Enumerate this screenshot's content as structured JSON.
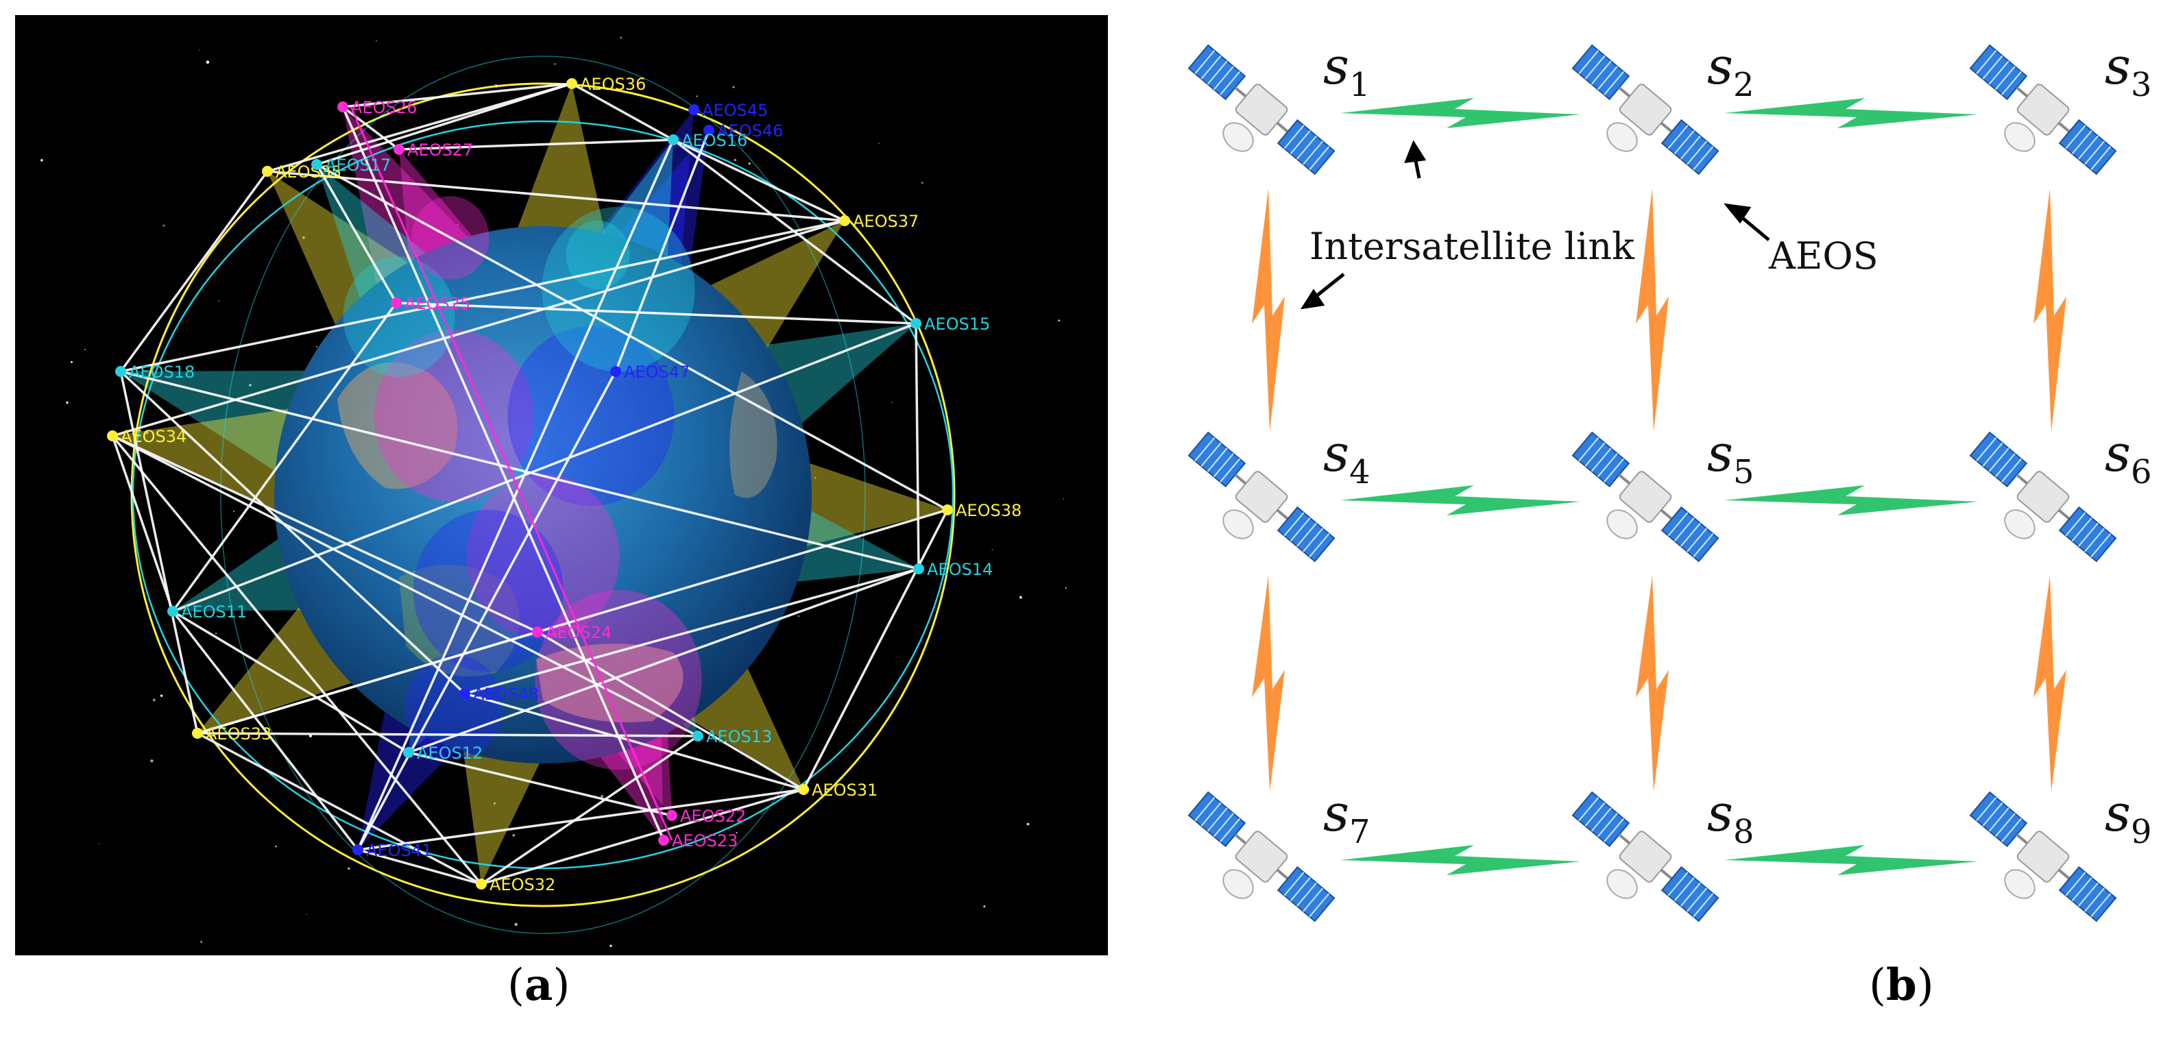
{
  "captions": {
    "a_letter": "a",
    "b_letter": "b",
    "open": "(",
    "close": ")"
  },
  "colors": {
    "cyan_plane": "#23d1e0",
    "yellow_plane": "#ffef38",
    "magenta_plane": "#ff2bd6",
    "blue_plane": "#2323ff",
    "white_link": "#ffffff",
    "green_isl": "#1fbf62",
    "orange_isl": "#ff8a2a",
    "solar_panel": "#2f7fe0"
  },
  "panel_a": {
    "satellites": [
      {
        "label": "AEOS36",
        "plane": "yellow"
      },
      {
        "label": "AEOS26",
        "plane": "magenta"
      },
      {
        "label": "AEOS27",
        "plane": "magenta"
      },
      {
        "label": "AEOS45",
        "plane": "blue"
      },
      {
        "label": "AEOS46",
        "plane": "blue"
      },
      {
        "label": "AEOS16",
        "plane": "cyan"
      },
      {
        "label": "AEOS35",
        "plane": "yellow"
      },
      {
        "label": "AEOS17",
        "plane": "cyan"
      },
      {
        "label": "AEOS37",
        "plane": "yellow"
      },
      {
        "label": "AEOS25",
        "plane": "magenta"
      },
      {
        "label": "AEOS15",
        "plane": "cyan"
      },
      {
        "label": "AEOS47",
        "plane": "blue"
      },
      {
        "label": "AEOS18",
        "plane": "cyan"
      },
      {
        "label": "AEOS34",
        "plane": "yellow"
      },
      {
        "label": "AEOS38",
        "plane": "yellow"
      },
      {
        "label": "AEOS14",
        "plane": "cyan"
      },
      {
        "label": "AEOS11",
        "plane": "cyan"
      },
      {
        "label": "AEOS24",
        "plane": "magenta"
      },
      {
        "label": "AEOS48",
        "plane": "blue"
      },
      {
        "label": "AEOS33",
        "plane": "yellow"
      },
      {
        "label": "AEOS12",
        "plane": "cyan"
      },
      {
        "label": "AEOS13",
        "plane": "cyan"
      },
      {
        "label": "AEOS31",
        "plane": "yellow"
      },
      {
        "label": "AEOS22",
        "plane": "magenta"
      },
      {
        "label": "AEOS23",
        "plane": "magenta"
      },
      {
        "label": "AEOS41",
        "plane": "blue"
      },
      {
        "label": "AEOS32",
        "plane": "yellow"
      }
    ]
  },
  "panel_b": {
    "nodes": [
      {
        "letter": "s",
        "index": "1"
      },
      {
        "letter": "s",
        "index": "2"
      },
      {
        "letter": "s",
        "index": "3"
      },
      {
        "letter": "s",
        "index": "4"
      },
      {
        "letter": "s",
        "index": "5"
      },
      {
        "letter": "s",
        "index": "6"
      },
      {
        "letter": "s",
        "index": "7"
      },
      {
        "letter": "s",
        "index": "8"
      },
      {
        "letter": "s",
        "index": "9"
      }
    ],
    "annotations": {
      "isl": "Intersatellite link",
      "aeos": "AEOS"
    }
  }
}
